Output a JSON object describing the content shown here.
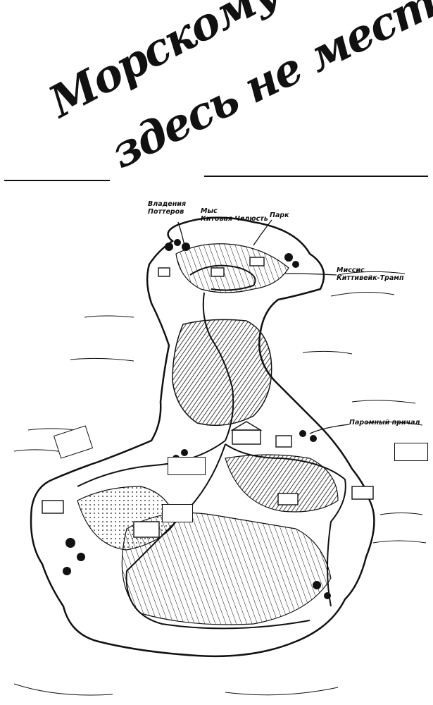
{
  "title": {
    "line1": "Морскому льву",
    "line2": "здесь не место"
  },
  "map": {
    "labels": {
      "potters": "Владения\nПоттеров",
      "cape": "Мыс\nКитовая Челюсть",
      "park": "Парк",
      "mrs": "Миссис\nКиттивейк-Трамп",
      "ferry": "Паромный причал"
    },
    "signs": {
      "left_flag": "",
      "center_a": "",
      "center_b": "",
      "right": ""
    }
  },
  "colors": {
    "ink": "#111111",
    "paper": "#ffffff"
  }
}
